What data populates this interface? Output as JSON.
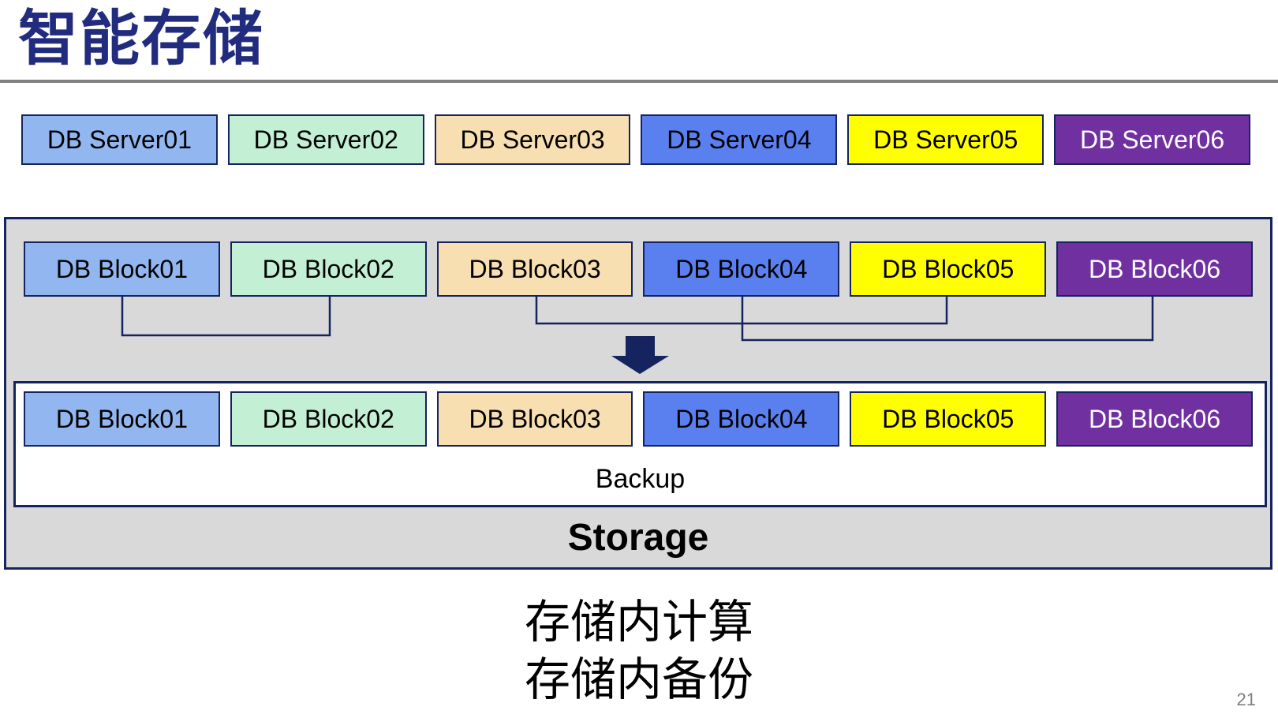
{
  "title": "智能存储",
  "page_number": "21",
  "captions": [
    "存储内计算",
    "存储内备份"
  ],
  "storage_label": "Storage",
  "backup_label": "Backup",
  "servers": [
    "DB Server01",
    "DB Server02",
    "DB Server03",
    "DB Server04",
    "DB Server05",
    "DB Server06"
  ],
  "blocks_top": [
    "DB Block01",
    "DB Block02",
    "DB Block03",
    "DB Block04",
    "DB Block05",
    "DB Block06"
  ],
  "blocks_backup": [
    "DB Block01",
    "DB Block02",
    "DB Block03",
    "DB Block04",
    "DB Block05",
    "DB Block06"
  ],
  "palette": [
    {
      "name": "light-blue",
      "fill": "#92B7F0",
      "text": "#000000"
    },
    {
      "name": "mint-green",
      "fill": "#C3EFD5",
      "text": "#000000"
    },
    {
      "name": "wheat",
      "fill": "#F8DFB2",
      "text": "#000000"
    },
    {
      "name": "royal-blue",
      "fill": "#5A80F0",
      "text": "#000000"
    },
    {
      "name": "yellow",
      "fill": "#FFFF00",
      "text": "#000000"
    },
    {
      "name": "purple",
      "fill": "#7030A0",
      "text": "#FFFFFF"
    }
  ],
  "colors": {
    "title": "#222C7E",
    "border": "#15235E",
    "divider": "#808080",
    "container_fill": "#D9D9D9",
    "arrow": "#15235E",
    "page_number": "#7F7F7F"
  }
}
